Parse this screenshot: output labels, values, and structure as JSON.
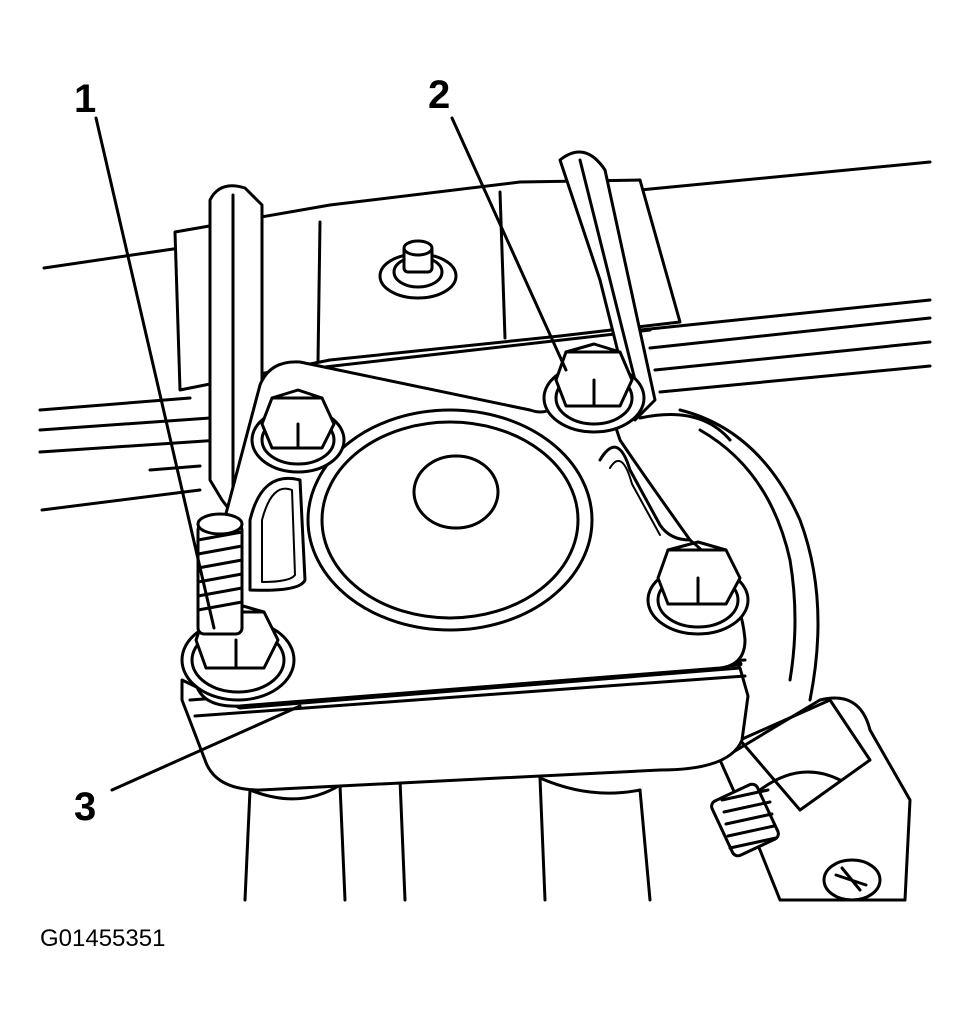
{
  "figure": {
    "callouts": [
      {
        "id": "1",
        "label": "1"
      },
      {
        "id": "2",
        "label": "2"
      },
      {
        "id": "3",
        "label": "3"
      }
    ],
    "figure_id": "G01455351"
  }
}
